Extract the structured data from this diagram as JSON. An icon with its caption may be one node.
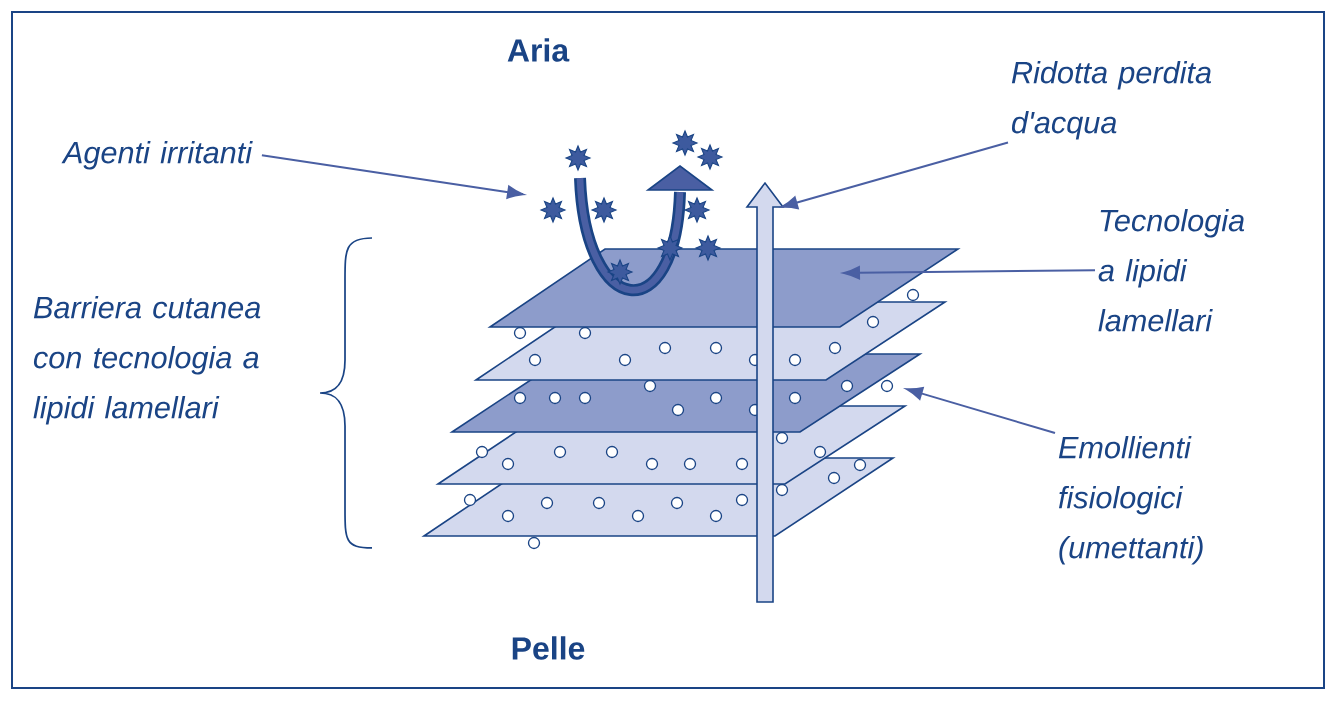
{
  "diagram": {
    "nodes": [
      {
        "text": [
          "Ridotta perdita d'acqua"
        ]
      },
      {
        "text": [
          "Agenti irritanti"
        ]
      },
      {
        "text": [
          "Tecnologia a lipidi lamellari"
        ]
      },
      {
        "text": [
          "Emollienti fisiologici (umettanti)"
        ]
      }
    ],
    "edges": [
      {
        "from": 0,
        "to": null,
        "arrow": "to"
      },
      {
        "from": 1,
        "to": null,
        "arrow": "to"
      },
      {
        "from": 2,
        "to": null,
        "arrow": "to"
      },
      {
        "from": 3,
        "to": null,
        "arrow": "to"
      }
    ],
    "labels": [
      "Aria",
      "Barriera cutanea con tecnologia a lipidi lamellari",
      "Pelle"
    ]
  }
}
